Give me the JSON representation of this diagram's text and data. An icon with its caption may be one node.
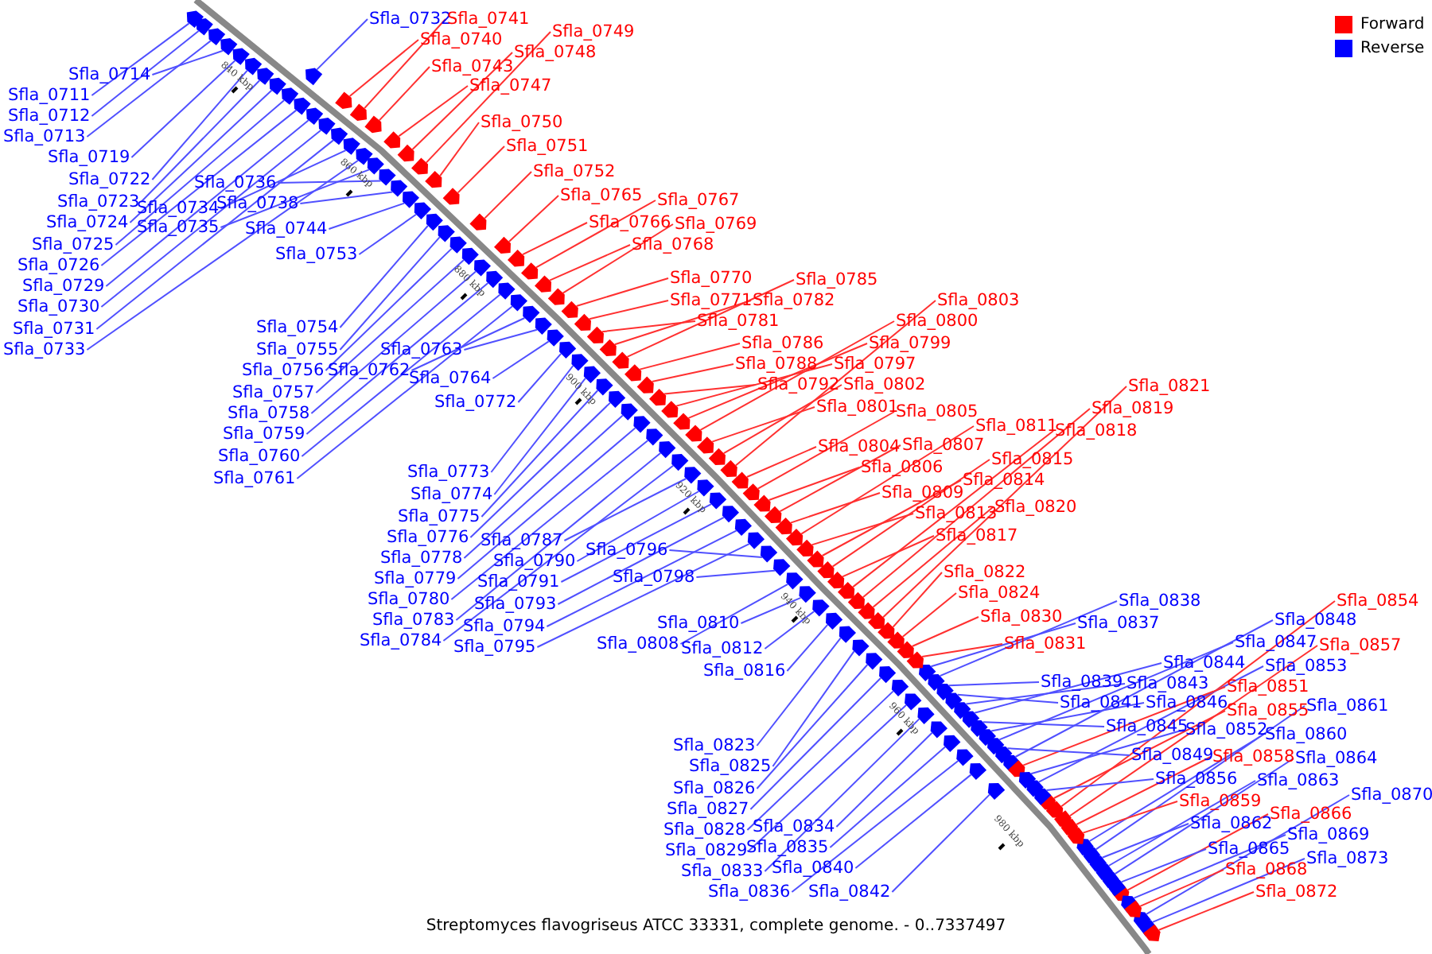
{
  "diagram": {
    "caption": "Streptomyces flavogriseus ATCC 33331, complete genome. - 0..7337497",
    "nodes": [
      {
        "text": [
          "Sfla_0732"
        ]
      },
      {
        "text": [
          "Sfla_0741"
        ]
      },
      {
        "text": [
          "Sfla_0740"
        ]
      },
      {
        "text": [
          "Sfla_0749"
        ]
      },
      {
        "text": [
          "Sfla_0748"
        ]
      },
      {
        "text": [
          "Sfla_0743"
        ]
      },
      {
        "text": [
          "Sfla_0714"
        ]
      },
      {
        "text": [
          "Sfla_0747"
        ]
      },
      {
        "text": [
          "Sfla_0711"
        ]
      },
      {
        "text": [
          "Sfla_0712"
        ]
      },
      {
        "text": [
          "Sfla_0713"
        ]
      },
      {
        "text": [
          "Sfla_0750"
        ]
      },
      {
        "text": [
          "Sfla_0751"
        ]
      },
      {
        "text": [
          "Sfla_0719"
        ]
      },
      {
        "text": [
          "Sfla_0752"
        ]
      },
      {
        "text": [
          "Sfla_0722"
        ]
      },
      {
        "text": [
          "Sfla_0736"
        ]
      },
      {
        "text": [
          "Sfla_0723"
        ]
      },
      {
        "text": [
          "Sfla_0738"
        ]
      },
      {
        "text": [
          "Sfla_0734"
        ]
      },
      {
        "text": [
          "Sfla_0765"
        ]
      },
      {
        "text": [
          "Sfla_0767"
        ]
      },
      {
        "text": [
          "Sfla_0724"
        ]
      },
      {
        "text": [
          "Sfla_0735"
        ]
      },
      {
        "text": [
          "Sfla_0744"
        ]
      },
      {
        "text": [
          "Sfla_0766"
        ]
      },
      {
        "text": [
          "Sfla_0769"
        ]
      },
      {
        "text": [
          "Sfla_0725"
        ]
      },
      {
        "text": [
          "Sfla_0768"
        ]
      },
      {
        "text": [
          "Sfla_0753"
        ]
      },
      {
        "text": [
          "Sfla_0726"
        ]
      },
      {
        "text": [
          "Sfla_0729"
        ]
      },
      {
        "text": [
          "Sfla_0770"
        ]
      },
      {
        "text": [
          "Sfla_0785"
        ]
      },
      {
        "text": [
          "Sfla_0730"
        ]
      },
      {
        "text": [
          "Sfla_0771"
        ]
      },
      {
        "text": [
          "Sfla_0782"
        ]
      },
      {
        "text": [
          "Sfla_0803"
        ]
      },
      {
        "text": [
          "Sfla_0800"
        ]
      },
      {
        "text": [
          "Sfla_0781"
        ]
      },
      {
        "text": [
          "Sfla_0731"
        ]
      },
      {
        "text": [
          "Sfla_0754"
        ]
      },
      {
        "text": [
          "Sfla_0799"
        ]
      },
      {
        "text": [
          "Sfla_0786"
        ]
      },
      {
        "text": [
          "Sfla_0733"
        ]
      },
      {
        "text": [
          "Sfla_0755"
        ]
      },
      {
        "text": [
          "Sfla_0763"
        ]
      },
      {
        "text": [
          "Sfla_0788"
        ]
      },
      {
        "text": [
          "Sfla_0797"
        ]
      },
      {
        "text": [
          "Sfla_0756"
        ]
      },
      {
        "text": [
          "Sfla_0762"
        ]
      },
      {
        "text": [
          "Sfla_0764"
        ]
      },
      {
        "text": [
          "Sfla_0821"
        ]
      },
      {
        "text": [
          "Sfla_0792"
        ]
      },
      {
        "text": [
          "Sfla_0802"
        ]
      },
      {
        "text": [
          "Sfla_0757"
        ]
      },
      {
        "text": [
          "Sfla_0772"
        ]
      },
      {
        "text": [
          "Sfla_0819"
        ]
      },
      {
        "text": [
          "Sfla_0801"
        ]
      },
      {
        "text": [
          "Sfla_0758"
        ]
      },
      {
        "text": [
          "Sfla_0805"
        ]
      },
      {
        "text": [
          "Sfla_0811"
        ]
      },
      {
        "text": [
          "Sfla_0818"
        ]
      },
      {
        "text": [
          "Sfla_0759"
        ]
      },
      {
        "text": [
          "Sfla_0804"
        ]
      },
      {
        "text": [
          "Sfla_0807"
        ]
      },
      {
        "text": [
          "Sfla_0815"
        ]
      },
      {
        "text": [
          "Sfla_0760"
        ]
      },
      {
        "text": [
          "Sfla_0806"
        ]
      },
      {
        "text": [
          "Sfla_0814"
        ]
      },
      {
        "text": [
          "Sfla_0761"
        ]
      },
      {
        "text": [
          "Sfla_0773"
        ]
      },
      {
        "text": [
          "Sfla_0809"
        ]
      },
      {
        "text": [
          "Sfla_0774"
        ]
      },
      {
        "text": [
          "Sfla_0813"
        ]
      },
      {
        "text": [
          "Sfla_0820"
        ]
      },
      {
        "text": [
          "Sfla_0775"
        ]
      },
      {
        "text": [
          "Sfla_0787"
        ]
      },
      {
        "text": [
          "Sfla_0817"
        ]
      },
      {
        "text": [
          "Sfla_0776"
        ]
      },
      {
        "text": [
          "Sfla_0796"
        ]
      },
      {
        "text": [
          "Sfla_0778"
        ]
      },
      {
        "text": [
          "Sfla_0790"
        ]
      },
      {
        "text": [
          "Sfla_0798"
        ]
      },
      {
        "text": [
          "Sfla_0822"
        ]
      },
      {
        "text": [
          "Sfla_0779"
        ]
      },
      {
        "text": [
          "Sfla_0791"
        ]
      },
      {
        "text": [
          "Sfla_0824"
        ]
      },
      {
        "text": [
          "Sfla_0780"
        ]
      },
      {
        "text": [
          "Sfla_0793"
        ]
      },
      {
        "text": [
          "Sfla_0838"
        ]
      },
      {
        "text": [
          "Sfla_0830"
        ]
      },
      {
        "text": [
          "Sfla_0783"
        ]
      },
      {
        "text": [
          "Sfla_0810"
        ]
      },
      {
        "text": [
          "Sfla_0837"
        ]
      },
      {
        "text": [
          "Sfla_0854"
        ]
      },
      {
        "text": [
          "Sfla_0848"
        ]
      },
      {
        "text": [
          "Sfla_0794"
        ]
      },
      {
        "text": [
          "Sfla_0784"
        ]
      },
      {
        "text": [
          "Sfla_0808"
        ]
      },
      {
        "text": [
          "Sfla_0831"
        ]
      },
      {
        "text": [
          "Sfla_0795"
        ]
      },
      {
        "text": [
          "Sfla_0812"
        ]
      },
      {
        "text": [
          "Sfla_0847"
        ]
      },
      {
        "text": [
          "Sfla_0857"
        ]
      },
      {
        "text": [
          "Sfla_0844"
        ]
      },
      {
        "text": [
          "Sfla_0853"
        ]
      },
      {
        "text": [
          "Sfla_0816"
        ]
      },
      {
        "text": [
          "Sfla_0839"
        ]
      },
      {
        "text": [
          "Sfla_0843"
        ]
      },
      {
        "text": [
          "Sfla_0851"
        ]
      },
      {
        "text": [
          "Sfla_0846"
        ]
      },
      {
        "text": [
          "Sfla_0841"
        ]
      },
      {
        "text": [
          "Sfla_0861"
        ]
      },
      {
        "text": [
          "Sfla_0855"
        ]
      },
      {
        "text": [
          "Sfla_0845"
        ]
      },
      {
        "text": [
          "Sfla_0852"
        ]
      },
      {
        "text": [
          "Sfla_0860"
        ]
      },
      {
        "text": [
          "Sfla_0823"
        ]
      },
      {
        "text": [
          "Sfla_0849"
        ]
      },
      {
        "text": [
          "Sfla_0858"
        ]
      },
      {
        "text": [
          "Sfla_0864"
        ]
      },
      {
        "text": [
          "Sfla_0825"
        ]
      },
      {
        "text": [
          "Sfla_0856"
        ]
      },
      {
        "text": [
          "Sfla_0863"
        ]
      },
      {
        "text": [
          "Sfla_0826"
        ]
      },
      {
        "text": [
          "Sfla_0870"
        ]
      },
      {
        "text": [
          "Sfla_0859"
        ]
      },
      {
        "text": [
          "Sfla_0827"
        ]
      },
      {
        "text": [
          "Sfla_0866"
        ]
      },
      {
        "text": [
          "Sfla_0828"
        ]
      },
      {
        "text": [
          "Sfla_0834"
        ]
      },
      {
        "text": [
          "Sfla_0862"
        ]
      },
      {
        "text": [
          "Sfla_0869"
        ]
      },
      {
        "text": [
          "Sfla_0829"
        ]
      },
      {
        "text": [
          "Sfla_0835"
        ]
      },
      {
        "text": [
          "Sfla_0865"
        ]
      },
      {
        "text": [
          "Sfla_0873"
        ]
      },
      {
        "text": [
          "Sfla_0833"
        ]
      },
      {
        "text": [
          "Sfla_0840"
        ]
      },
      {
        "text": [
          "Sfla_0868"
        ]
      },
      {
        "text": [
          "Sfla_0836"
        ]
      },
      {
        "text": [
          "Sfla_0842"
        ]
      },
      {
        "text": [
          "Sfla_0872"
        ]
      },
      {
        "text": [],
        "shape": "arrow"
      },
      {
        "text": [],
        "shape": "arrow"
      },
      {
        "text": [],
        "shape": "arrow"
      },
      {
        "text": [],
        "shape": "arrow"
      },
      {
        "text": [],
        "shape": "arrow"
      },
      {
        "text": [],
        "shape": "arrow"
      },
      {
        "text": [],
        "shape": "arrow"
      },
      {
        "text": [],
        "shape": "arrow"
      },
      {
        "text": [],
        "shape": "arrow"
      },
      {
        "text": [],
        "shape": "arrow"
      },
      {
        "text": [],
        "shape": "arrow"
      },
      {
        "text": [],
        "shape": "arrow"
      },
      {
        "text": [],
        "shape": "arrow"
      },
      {
        "text": [],
        "shape": "arrow"
      },
      {
        "text": [],
        "shape": "arrow"
      },
      {
        "text": [],
        "shape": "arrow"
      },
      {
        "text": [],
        "shape": "arrow"
      },
      {
        "text": [],
        "shape": "arrow"
      },
      {
        "text": [],
        "shape": "arrow"
      },
      {
        "text": [],
        "shape": "arrow"
      },
      {
        "text": [],
        "shape": "arrow"
      },
      {
        "text": [],
        "shape": "arrow"
      },
      {
        "text": [],
        "shape": "arrow"
      },
      {
        "text": [],
        "shape": "arrow"
      },
      {
        "text": [],
        "shape": "arrow"
      },
      {
        "text": [],
        "shape": "arrow"
      },
      {
        "text": [],
        "shape": "arrow"
      },
      {
        "text": [],
        "shape": "arrow"
      },
      {
        "text": [],
        "shape": "arrow"
      },
      {
        "text": [],
        "shape": "arrow"
      },
      {
        "text": [],
        "shape": "arrow"
      },
      {
        "text": [],
        "shape": "arrow"
      },
      {
        "text": [],
        "shape": "arrow"
      },
      {
        "text": [],
        "shape": "arrow"
      },
      {
        "text": [],
        "shape": "arrow"
      },
      {
        "text": [],
        "shape": "arrow"
      },
      {
        "text": [],
        "shape": "arrow"
      },
      {
        "text": [],
        "shape": "arrow"
      },
      {
        "text": [],
        "shape": "arrow"
      },
      {
        "text": [],
        "shape": "arrow"
      },
      {
        "text": [],
        "shape": "arrow"
      },
      {
        "text": [],
        "shape": "arrow"
      },
      {
        "text": [],
        "shape": "arrow"
      },
      {
        "text": [],
        "shape": "arrow"
      },
      {
        "text": [],
        "shape": "arrow"
      },
      {
        "text": [],
        "shape": "arrow"
      },
      {
        "text": [],
        "shape": "arrow"
      },
      {
        "text": [],
        "shape": "arrow"
      },
      {
        "text": [],
        "shape": "arrow"
      },
      {
        "text": [],
        "shape": "arrow"
      },
      {
        "text": [],
        "shape": "arrow"
      },
      {
        "text": [],
        "shape": "arrow"
      },
      {
        "text": [],
        "shape": "arrow"
      },
      {
        "text": [],
        "shape": "arrow"
      },
      {
        "text": [],
        "shape": "arrow"
      },
      {
        "text": [],
        "shape": "arrow"
      },
      {
        "text": [],
        "shape": "arrow"
      },
      {
        "text": [],
        "shape": "arrow"
      },
      {
        "text": [],
        "shape": "arrow"
      },
      {
        "text": [],
        "shape": "arrow"
      },
      {
        "text": [],
        "shape": "arrow"
      },
      {
        "text": [],
        "shape": "arrow"
      },
      {
        "text": [],
        "shape": "arrow"
      },
      {
        "text": [],
        "shape": "arrow"
      },
      {
        "text": [],
        "shape": "arrow"
      },
      {
        "text": [],
        "shape": "arrow"
      },
      {
        "text": [],
        "shape": "arrow"
      },
      {
        "text": [],
        "shape": "arrow"
      },
      {
        "text": [],
        "shape": "arrow"
      },
      {
        "text": [],
        "shape": "arrow"
      },
      {
        "text": [],
        "shape": "arrow"
      },
      {
        "text": [],
        "shape": "arrow"
      },
      {
        "text": [],
        "shape": "arrow"
      },
      {
        "text": [],
        "shape": "arrow"
      },
      {
        "text": [],
        "shape": "arrow"
      },
      {
        "text": [],
        "shape": "arrow"
      },
      {
        "text": [],
        "shape": "arrow"
      },
      {
        "text": [],
        "shape": "arrow"
      },
      {
        "text": [],
        "shape": "arrow"
      },
      {
        "text": [],
        "shape": "arrow"
      },
      {
        "text": [],
        "shape": "arrow"
      },
      {
        "text": [],
        "shape": "arrow"
      },
      {
        "text": [],
        "shape": "arrow"
      },
      {
        "text": [],
        "shape": "arrow"
      },
      {
        "text": [],
        "shape": "arrow"
      },
      {
        "text": [],
        "shape": "arrow"
      },
      {
        "text": [],
        "shape": "arrow"
      },
      {
        "text": [],
        "shape": "arrow"
      },
      {
        "text": [],
        "shape": "arrow"
      },
      {
        "text": [],
        "shape": "arrow"
      },
      {
        "text": [],
        "shape": "arrow"
      },
      {
        "text": [],
        "shape": "arrow"
      },
      {
        "text": [],
        "shape": "arrow"
      },
      {
        "text": [],
        "shape": "arrow"
      },
      {
        "text": [],
        "shape": "arrow"
      },
      {
        "text": [],
        "shape": "arrow"
      },
      {
        "text": [],
        "shape": "arrow"
      },
      {
        "text": [],
        "shape": "arrow"
      },
      {
        "text": [],
        "shape": "arrow"
      },
      {
        "text": [],
        "shape": "arrow"
      },
      {
        "text": [],
        "shape": "arrow"
      },
      {
        "text": [],
        "shape": "arrow"
      },
      {
        "text": [],
        "shape": "arrow"
      },
      {
        "text": [],
        "shape": "arrow"
      },
      {
        "text": [],
        "shape": "arrow"
      },
      {
        "text": [],
        "shape": "arrow"
      },
      {
        "text": [],
        "shape": "arrow"
      },
      {
        "text": [],
        "shape": "arrow"
      },
      {
        "text": [],
        "shape": "arrow"
      },
      {
        "text": [],
        "shape": "arrow"
      },
      {
        "text": [],
        "shape": "arrow"
      },
      {
        "text": [],
        "shape": "arrow"
      },
      {
        "text": [],
        "shape": "arrow"
      },
      {
        "text": [],
        "shape": "arrow"
      },
      {
        "text": [],
        "shape": "arrow"
      },
      {
        "text": [],
        "shape": "arrow"
      },
      {
        "text": [],
        "shape": "arrow"
      },
      {
        "text": [],
        "shape": "arrow"
      },
      {
        "text": [],
        "shape": "arrow"
      },
      {
        "text": [],
        "shape": "arrow"
      },
      {
        "text": [],
        "shape": "arrow"
      },
      {
        "text": [],
        "shape": "arrow"
      },
      {
        "text": [],
        "shape": "arrow"
      },
      {
        "text": [],
        "shape": "arrow"
      },
      {
        "text": [],
        "shape": "arrow"
      },
      {
        "text": [],
        "shape": "arrow"
      },
      {
        "text": [],
        "shape": "arrow"
      },
      {
        "text": [],
        "shape": "arrow"
      },
      {
        "text": [],
        "shape": "arrow"
      },
      {
        "text": [],
        "shape": "arrow"
      },
      {
        "text": [],
        "shape": "arrow"
      },
      {
        "text": [],
        "shape": "arrow"
      },
      {
        "text": [],
        "shape": "arrow"
      },
      {
        "text": [],
        "shape": "arrow"
      },
      {
        "text": [],
        "shape": "arrow"
      },
      {
        "text": [],
        "shape": "arrow"
      },
      {
        "text": [],
        "shape": "arrow"
      },
      {
        "text": [],
        "shape": "arrow"
      },
      {
        "text": [],
        "shape": "arrow"
      },
      {
        "text": [],
        "shape": "arrow"
      },
      {
        "text": [],
        "shape": "arrow"
      },
      {
        "text": [],
        "shape": "arrow"
      },
      {
        "text": [],
        "shape": "arrow"
      },
      {
        "text": [],
        "shape": "arrow"
      }
    ],
    "edges": [
      {
        "from": 0,
        "to": 144,
        "arrow": "none"
      },
      {
        "from": 1,
        "to": 145,
        "arrow": "none",
        "color": "#ff3030"
      },
      {
        "from": 2,
        "to": 146,
        "arrow": "none",
        "color": "#ff3030"
      },
      {
        "from": 3,
        "to": 147,
        "arrow": "none",
        "color": "#ff3030"
      },
      {
        "from": 4,
        "to": 148,
        "arrow": "none",
        "color": "#ff3030"
      },
      {
        "from": 5,
        "to": 149,
        "arrow": "none",
        "color": "#ff3030"
      },
      {
        "from": 6,
        "to": 150,
        "arrow": "none"
      },
      {
        "from": 7,
        "to": 151,
        "arrow": "none",
        "color": "#ff3030"
      },
      {
        "from": 8,
        "to": 152,
        "arrow": "none"
      },
      {
        "from": 9,
        "to": 153,
        "arrow": "none"
      },
      {
        "from": 10,
        "to": 154,
        "arrow": "none"
      },
      {
        "from": 11,
        "to": 155,
        "arrow": "none",
        "color": "#ff3030"
      },
      {
        "from": 12,
        "to": 156,
        "arrow": "none",
        "color": "#ff3030"
      },
      {
        "from": 13,
        "to": 157,
        "arrow": "none"
      },
      {
        "from": 14,
        "to": 158,
        "arrow": "none",
        "color": "#ff3030"
      },
      {
        "from": 15,
        "to": 159,
        "arrow": "none"
      },
      {
        "from": 16,
        "to": 160,
        "arrow": "none"
      },
      {
        "from": 17,
        "to": 161,
        "arrow": "none"
      },
      {
        "from": 18,
        "to": 162,
        "arrow": "none"
      },
      {
        "from": 19,
        "to": 163,
        "arrow": "none"
      },
      {
        "from": 20,
        "to": 164,
        "arrow": "none",
        "color": "#ff3030"
      },
      {
        "from": 21,
        "to": 165,
        "arrow": "none",
        "color": "#ff3030"
      },
      {
        "from": 22,
        "to": 166,
        "arrow": "none"
      },
      {
        "from": 23,
        "to": 167,
        "arrow": "none"
      },
      {
        "from": 24,
        "to": 168,
        "arrow": "none"
      },
      {
        "from": 25,
        "to": 169,
        "arrow": "none",
        "color": "#ff3030"
      },
      {
        "from": 26,
        "to": 170,
        "arrow": "none",
        "color": "#ff3030"
      },
      {
        "from": 27,
        "to": 171,
        "arrow": "none"
      },
      {
        "from": 28,
        "to": 172,
        "arrow": "none",
        "color": "#ff3030"
      },
      {
        "from": 29,
        "to": 173,
        "arrow": "none"
      },
      {
        "from": 30,
        "to": 174,
        "arrow": "none"
      },
      {
        "from": 31,
        "to": 175,
        "arrow": "none"
      },
      {
        "from": 32,
        "to": 176,
        "arrow": "none",
        "color": "#ff3030"
      },
      {
        "from": 33,
        "to": 177,
        "arrow": "none",
        "color": "#ff3030"
      },
      {
        "from": 34,
        "to": 178,
        "arrow": "none"
      },
      {
        "from": 35,
        "to": 179,
        "arrow": "none",
        "color": "#ff3030"
      },
      {
        "from": 36,
        "to": 180,
        "arrow": "none",
        "color": "#ff3030"
      },
      {
        "from": 37,
        "to": 181,
        "arrow": "none",
        "color": "#ff3030"
      },
      {
        "from": 38,
        "to": 182,
        "arrow": "none",
        "color": "#ff3030"
      },
      {
        "from": 39,
        "to": 183,
        "arrow": "none",
        "color": "#ff3030"
      },
      {
        "from": 40,
        "to": 184,
        "arrow": "none"
      },
      {
        "from": 41,
        "to": 185,
        "arrow": "none"
      },
      {
        "from": 42,
        "to": 186,
        "arrow": "none",
        "color": "#ff3030"
      },
      {
        "from": 43,
        "to": 187,
        "arrow": "none",
        "color": "#ff3030"
      },
      {
        "from": 44,
        "to": 188,
        "arrow": "none"
      },
      {
        "from": 45,
        "to": 189,
        "arrow": "none"
      },
      {
        "from": 46,
        "to": 190,
        "arrow": "none"
      },
      {
        "from": 47,
        "to": 191,
        "arrow": "none",
        "color": "#ff3030"
      },
      {
        "from": 48,
        "to": 192,
        "arrow": "none",
        "color": "#ff3030"
      },
      {
        "from": 49,
        "to": 193,
        "arrow": "none"
      },
      {
        "from": 50,
        "to": 194,
        "arrow": "none"
      },
      {
        "from": 51,
        "to": 195,
        "arrow": "none"
      },
      {
        "from": 52,
        "to": 196,
        "arrow": "none",
        "color": "#ff3030"
      },
      {
        "from": 53,
        "to": 197,
        "arrow": "none",
        "color": "#ff3030"
      },
      {
        "from": 54,
        "to": 198,
        "arrow": "none",
        "color": "#ff3030"
      },
      {
        "from": 55,
        "to": 199,
        "arrow": "none"
      },
      {
        "from": 56,
        "to": 200,
        "arrow": "none"
      },
      {
        "from": 57,
        "to": 201,
        "arrow": "none",
        "color": "#ff3030"
      },
      {
        "from": 58,
        "to": 202,
        "arrow": "none",
        "color": "#ff3030"
      },
      {
        "from": 59,
        "to": 203,
        "arrow": "none"
      },
      {
        "from": 60,
        "to": 204,
        "arrow": "none",
        "color": "#ff3030"
      },
      {
        "from": 61,
        "to": 205,
        "arrow": "none",
        "color": "#ff3030"
      },
      {
        "from": 62,
        "to": 206,
        "arrow": "none",
        "color": "#ff3030"
      },
      {
        "from": 63,
        "to": 207,
        "arrow": "none"
      },
      {
        "from": 64,
        "to": 208,
        "arrow": "none",
        "color": "#ff3030"
      },
      {
        "from": 65,
        "to": 209,
        "arrow": "none",
        "color": "#ff3030"
      },
      {
        "from": 66,
        "to": 210,
        "arrow": "none",
        "color": "#ff3030"
      },
      {
        "from": 67,
        "to": 211,
        "arrow": "none"
      },
      {
        "from": 68,
        "to": 212,
        "arrow": "none",
        "color": "#ff3030"
      },
      {
        "from": 69,
        "to": 213,
        "arrow": "none",
        "color": "#ff3030"
      },
      {
        "from": 70,
        "to": 214,
        "arrow": "none"
      },
      {
        "from": 71,
        "to": 215,
        "arrow": "none"
      },
      {
        "from": 72,
        "to": 216,
        "arrow": "none",
        "color": "#ff3030"
      },
      {
        "from": 73,
        "to": 217,
        "arrow": "none"
      },
      {
        "from": 74,
        "to": 218,
        "arrow": "none",
        "color": "#ff3030"
      },
      {
        "from": 75,
        "to": 219,
        "arrow": "none",
        "color": "#ff3030"
      },
      {
        "from": 76,
        "to": 220,
        "arrow": "none"
      },
      {
        "from": 77,
        "to": 221,
        "arrow": "none"
      },
      {
        "from": 78,
        "to": 222,
        "arrow": "none",
        "color": "#ff3030"
      },
      {
        "from": 79,
        "to": 223,
        "arrow": "none"
      },
      {
        "from": 80,
        "to": 224,
        "arrow": "none"
      },
      {
        "from": 81,
        "to": 225,
        "arrow": "none"
      },
      {
        "from": 82,
        "to": 226,
        "arrow": "none"
      },
      {
        "from": 83,
        "to": 227,
        "arrow": "none"
      },
      {
        "from": 84,
        "to": 228,
        "arrow": "none",
        "color": "#ff3030"
      },
      {
        "from": 85,
        "to": 229,
        "arrow": "none"
      },
      {
        "from": 86,
        "to": 230,
        "arrow": "none"
      },
      {
        "from": 87,
        "to": 231,
        "arrow": "none",
        "color": "#ff3030"
      },
      {
        "from": 88,
        "to": 232,
        "arrow": "none"
      },
      {
        "from": 89,
        "to": 233,
        "arrow": "none"
      },
      {
        "from": 90,
        "to": 234,
        "arrow": "none"
      },
      {
        "from": 91,
        "to": 235,
        "arrow": "none",
        "color": "#ff3030"
      },
      {
        "from": 92,
        "to": 236,
        "arrow": "none"
      },
      {
        "from": 93,
        "to": 237,
        "arrow": "none"
      },
      {
        "from": 94,
        "to": 238,
        "arrow": "none"
      },
      {
        "from": 95,
        "to": 239,
        "arrow": "none",
        "color": "#ff3030"
      },
      {
        "from": 96,
        "to": 240,
        "arrow": "none"
      },
      {
        "from": 97,
        "to": 241,
        "arrow": "none"
      },
      {
        "from": 98,
        "to": 242,
        "arrow": "none"
      },
      {
        "from": 99,
        "to": 243,
        "arrow": "none"
      },
      {
        "from": 100,
        "to": 244,
        "arrow": "none",
        "color": "#ff3030"
      },
      {
        "from": 101,
        "to": 245,
        "arrow": "none"
      },
      {
        "from": 102,
        "to": 246,
        "arrow": "none"
      },
      {
        "from": 103,
        "to": 247,
        "arrow": "none"
      },
      {
        "from": 104,
        "to": 248,
        "arrow": "none",
        "color": "#ff3030"
      },
      {
        "from": 105,
        "to": 249,
        "arrow": "none"
      },
      {
        "from": 106,
        "to": 250,
        "arrow": "none"
      },
      {
        "from": 107,
        "to": 251,
        "arrow": "none"
      },
      {
        "from": 108,
        "to": 252,
        "arrow": "none"
      },
      {
        "from": 109,
        "to": 253,
        "arrow": "none"
      },
      {
        "from": 110,
        "to": 254,
        "arrow": "none",
        "color": "#ff3030"
      },
      {
        "from": 111,
        "to": 255,
        "arrow": "none"
      },
      {
        "from": 112,
        "to": 256,
        "arrow": "none"
      },
      {
        "from": 113,
        "to": 257,
        "arrow": "none"
      },
      {
        "from": 114,
        "to": 258,
        "arrow": "none",
        "color": "#ff3030"
      },
      {
        "from": 115,
        "to": 259,
        "arrow": "none"
      },
      {
        "from": 116,
        "to": 260,
        "arrow": "none"
      },
      {
        "from": 117,
        "to": 261,
        "arrow": "none"
      },
      {
        "from": 118,
        "to": 262,
        "arrow": "none"
      },
      {
        "from": 119,
        "to": 263,
        "arrow": "none"
      },
      {
        "from": 120,
        "to": 264,
        "arrow": "none",
        "color": "#ff3030"
      },
      {
        "from": 121,
        "to": 265,
        "arrow": "none"
      },
      {
        "from": 122,
        "to": 266,
        "arrow": "none"
      },
      {
        "from": 123,
        "to": 267,
        "arrow": "none"
      },
      {
        "from": 124,
        "to": 268,
        "arrow": "none"
      },
      {
        "from": 125,
        "to": 269,
        "arrow": "none"
      },
      {
        "from": 126,
        "to": 270,
        "arrow": "none"
      },
      {
        "from": 127,
        "to": 271,
        "arrow": "none",
        "color": "#ff3030"
      },
      {
        "from": 128,
        "to": 272,
        "arrow": "none"
      },
      {
        "from": 129,
        "to": 273,
        "arrow": "none",
        "color": "#ff3030"
      },
      {
        "from": 130,
        "to": 274,
        "arrow": "none"
      },
      {
        "from": 131,
        "to": 275,
        "arrow": "none"
      },
      {
        "from": 132,
        "to": 276,
        "arrow": "none"
      },
      {
        "from": 133,
        "to": 277,
        "arrow": "none"
      },
      {
        "from": 134,
        "to": 278,
        "arrow": "none"
      },
      {
        "from": 135,
        "to": 279,
        "arrow": "none"
      },
      {
        "from": 136,
        "to": 280,
        "arrow": "none"
      },
      {
        "from": 137,
        "to": 281,
        "arrow": "none"
      },
      {
        "from": 138,
        "to": 282,
        "arrow": "none"
      },
      {
        "from": 139,
        "to": 283,
        "arrow": "none"
      },
      {
        "from": 140,
        "to": 284,
        "arrow": "none",
        "color": "#ff3030"
      },
      {
        "from": 141,
        "to": 285,
        "arrow": "none"
      },
      {
        "from": 142,
        "to": 286,
        "arrow": "none"
      },
      {
        "from": 143,
        "to": 287,
        "arrow": "none",
        "color": "#ff3030"
      }
    ],
    "labels": [
      "840 kbp",
      "860 kbp",
      "880 kbp",
      "900 kbp",
      "920 kbp",
      "940 kbp",
      "960 kbp",
      "980 kbp"
    ],
    "legend": [
      {
        "text": "Forward",
        "color": "#ff0000"
      },
      {
        "text": "Reverse",
        "color": "#0000ff"
      }
    ]
  }
}
